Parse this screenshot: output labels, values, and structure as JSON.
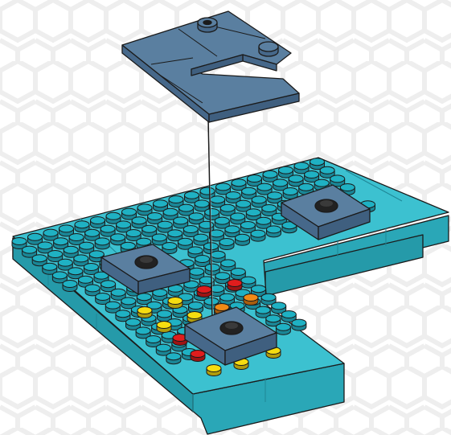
{
  "colors": {
    "background": "#ffffff",
    "hex_pattern": "#ececec",
    "baseplate_top": "#3cc1d0",
    "baseplate_side": "#2aa7b7",
    "baseplate_dark": "#1f8796",
    "stud_top": "#1fb1c3",
    "stud_dark": "#1a8696",
    "outline": "#1b1b1b",
    "grey_tile": "#5a7fa0",
    "grey_tile_side": "#46688a",
    "grey_tile_top_light": "#6f93b3",
    "stud_red": "#e01d1d",
    "stud_orange": "#f08a16",
    "stud_yellow": "#f6dd10"
  },
  "parts": {
    "baseplate": {
      "shape": "L-shaped",
      "color_name": "light blue"
    },
    "floating_piece": {
      "shape": "C-shaped",
      "color_name": "grey-blue"
    },
    "turntable_tiles": [
      {
        "name": "left-turntable-tile"
      },
      {
        "name": "right-turntable-tile"
      },
      {
        "name": "front-turntable-tile"
      }
    ],
    "connector_line": {
      "name": "alignment-line"
    },
    "colored_studs": {
      "colors": [
        "red",
        "orange",
        "yellow"
      ]
    }
  }
}
